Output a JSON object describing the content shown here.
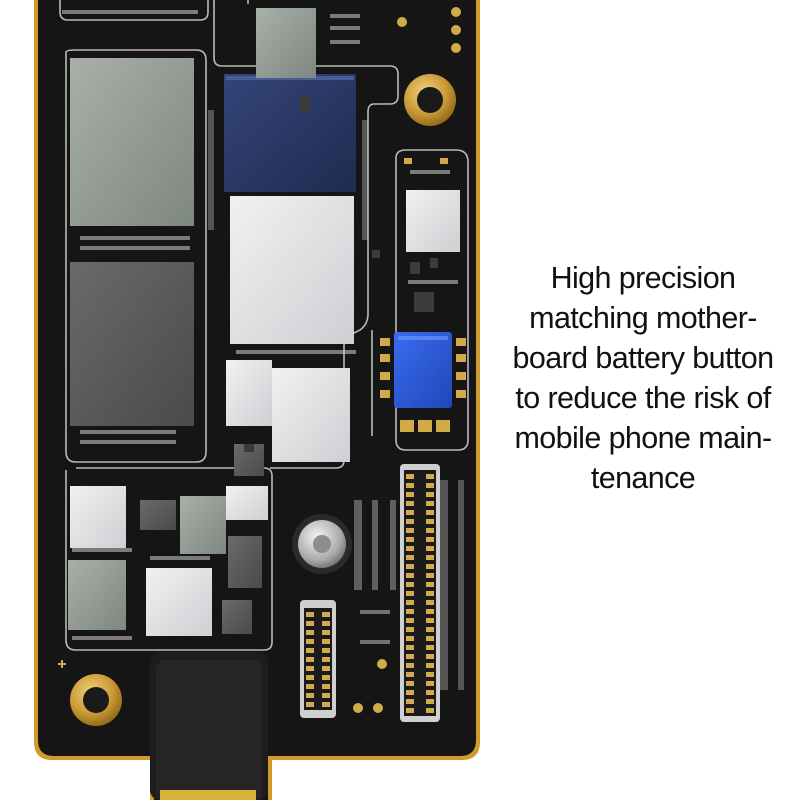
{
  "caption": {
    "lines": [
      "High precision",
      "matching mother-",
      "board battery button",
      "to reduce the risk of",
      "mobile phone main-",
      "tenance"
    ]
  },
  "colors": {
    "page_background": "#ffffff",
    "pcb": "#151515",
    "pcb_edge": "#d19a2a",
    "trace_outline": "#b9b9b9",
    "gold_pad": "#d2a94b",
    "chip_grey": "#98a19a",
    "chip_dark_grey": "#5c5c5c",
    "chip_navy": "#2c3a63",
    "chip_white": "#e3e3e6",
    "battery_button": "#2a5bd8",
    "text": "#111111"
  }
}
